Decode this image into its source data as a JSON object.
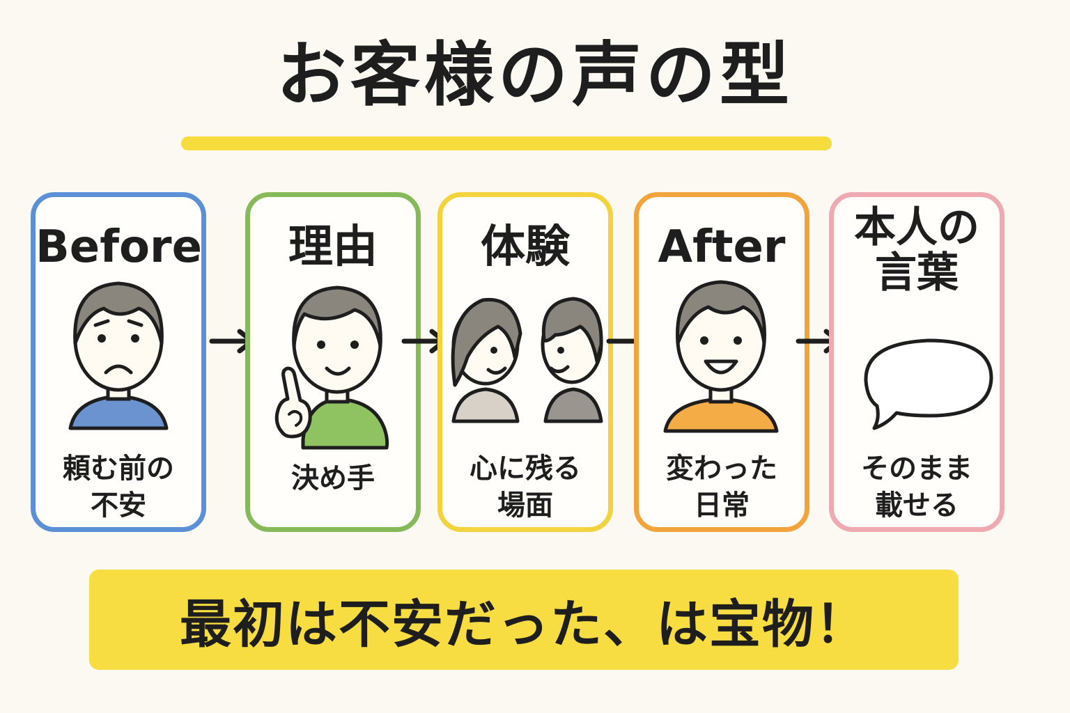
{
  "title": "お客様の声の型",
  "steps": [
    {
      "title": "Before",
      "caption": "頼む前の\n不安",
      "color": "#5b8fd6",
      "icon": "worried-person-icon"
    },
    {
      "title": "理由",
      "caption": "決め手",
      "color": "#86b95a",
      "icon": "pointing-person-icon"
    },
    {
      "title": "体験",
      "caption": "心に残る\n場面",
      "color": "#f2d23d",
      "icon": "conversation-people-icon"
    },
    {
      "title": "After",
      "caption": "変わった\n日常",
      "color": "#f2a33c",
      "icon": "smiling-person-icon"
    },
    {
      "title": "本人の\n言葉",
      "caption": "そのまま\n載せる",
      "color": "#eeaab0",
      "icon": "speech-bubble-icon"
    }
  ],
  "banner": "最初は不安だった、は宝物！",
  "colors": {
    "underline": "#f6dc3c",
    "banner": "#f7dc42",
    "hair": "#8a857d",
    "skin": "#fffaf2"
  }
}
